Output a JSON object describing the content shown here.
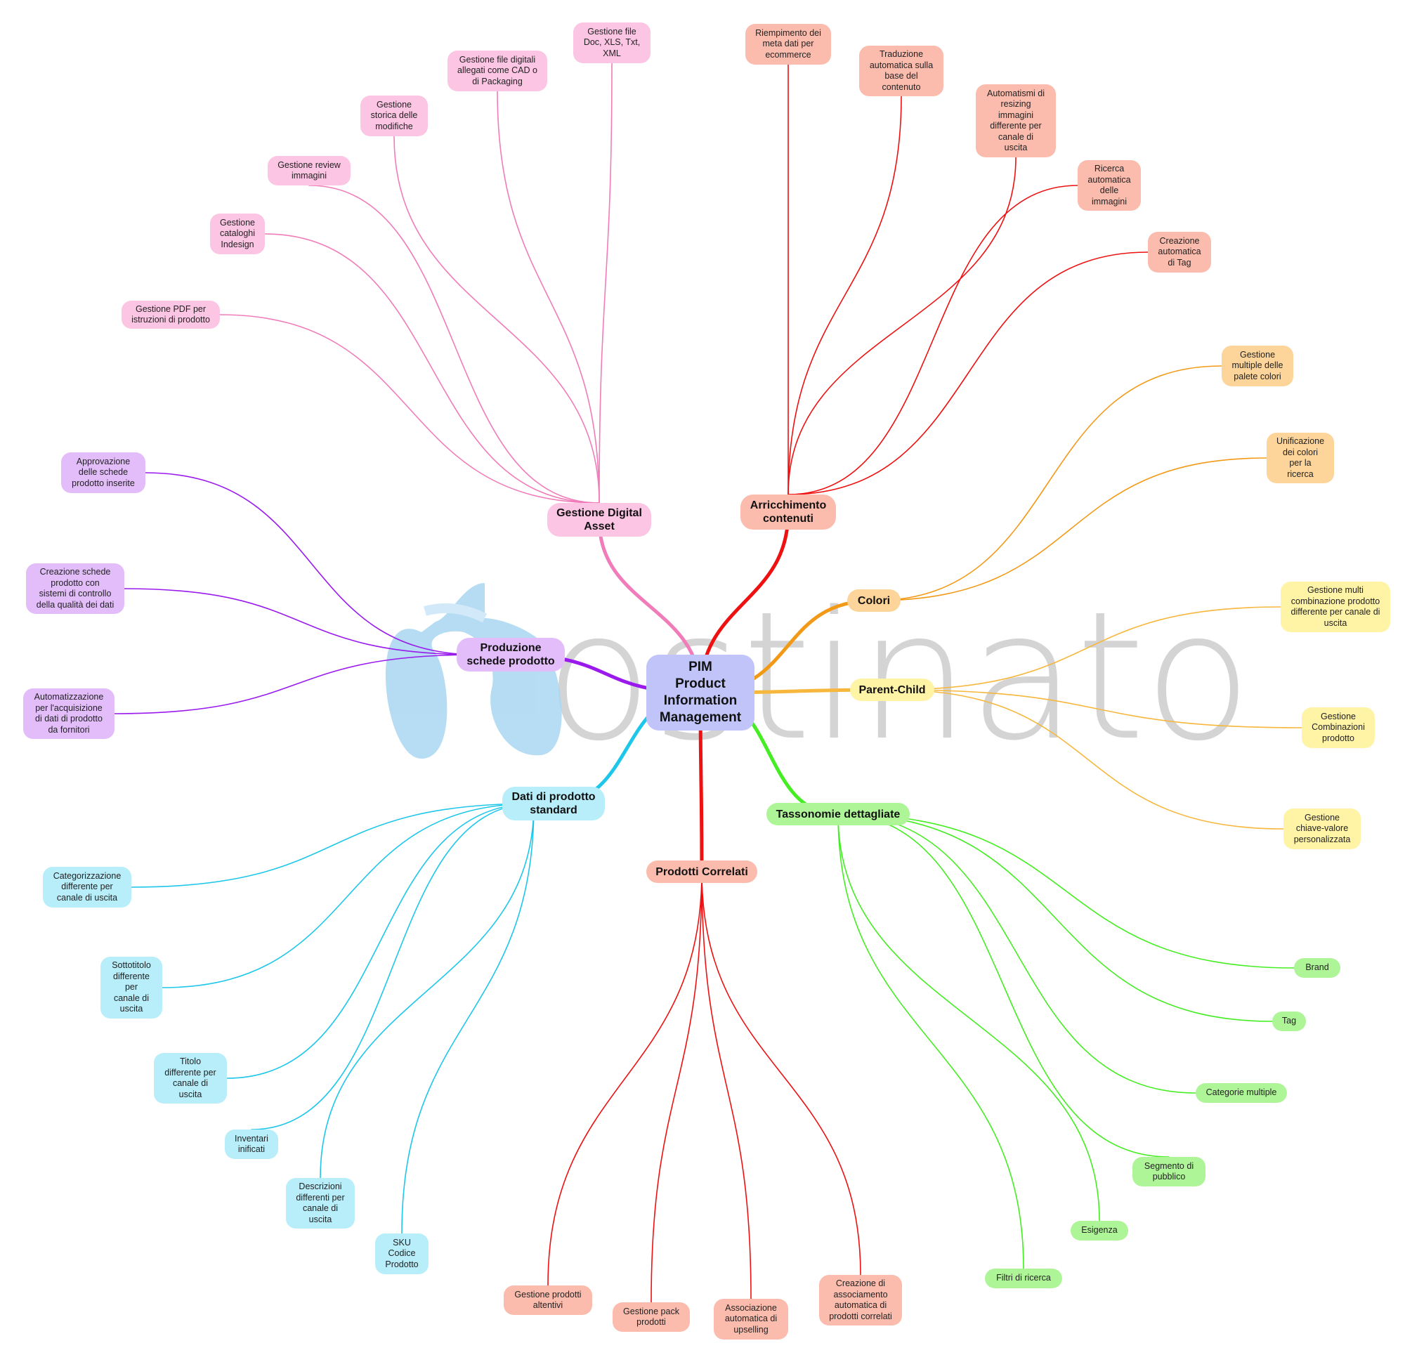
{
  "diagram": {
    "center": {
      "label": "PIM\nProduct\nInformation\nManagement",
      "color": "#c0c4f8",
      "edge_color": "#8888ee"
    },
    "watermark": {
      "text": "ostinato",
      "logo_color": "#a9d7f1"
    },
    "branches": [
      {
        "id": "digital-asset",
        "label": "Gestione Digital\nAsset",
        "fill": "#fcc5e3",
        "edge_color": "#f07cba",
        "children": [
          {
            "id": "pdf",
            "label": "Gestione PDF per\nistruzioni di prodotto"
          },
          {
            "id": "indesign",
            "label": "Gestione\ncataloghi\nIndesign"
          },
          {
            "id": "review",
            "label": "Gestione review\nimmagini"
          },
          {
            "id": "storica",
            "label": "Gestione\nstorica delle\nmodifiche"
          },
          {
            "id": "cad",
            "label": "Gestione file digitali\nallegati come CAD o\ndi Packaging"
          },
          {
            "id": "docfile",
            "label": "Gestione file\nDoc, XLS, Txt,\nXML"
          }
        ]
      },
      {
        "id": "arricchimento",
        "label": "Arricchimento\ncontenuti",
        "fill": "#fbbcae",
        "edge_color": "#ee1111",
        "children": [
          {
            "id": "metadati",
            "label": "Riempimento dei\nmeta dati per\necommerce"
          },
          {
            "id": "traduzione",
            "label": "Traduzione\nautomatica sulla\nbase del\ncontenuto"
          },
          {
            "id": "resizing",
            "label": "Automatismi di\nresizing\nimmagini\ndifferente per\ncanale di\nuscita"
          },
          {
            "id": "ricerca-img",
            "label": "Ricerca\nautomatica\ndelle\nimmagini"
          },
          {
            "id": "tag-auto",
            "label": "Creazione\nautomatica\ndi Tag"
          }
        ]
      },
      {
        "id": "colori",
        "label": "Colori",
        "fill": "#fdd59a",
        "edge_color": "#f29a17",
        "children": [
          {
            "id": "palete",
            "label": "Gestione\nmultiple delle\npalete colori"
          },
          {
            "id": "unificazione",
            "label": "Unificazione\ndei colori\nper la\nricerca"
          }
        ]
      },
      {
        "id": "parent-child",
        "label": "Parent-Child",
        "fill": "#fff3a6",
        "edge_color": "#f6b73c",
        "children": [
          {
            "id": "multi-comb",
            "label": "Gestione multi\ncombinazione prodotto\ndifferente per canale di\nuscita"
          },
          {
            "id": "combinazioni",
            "label": "Gestione\nCombinazioni\nprodotto"
          },
          {
            "id": "chiave-valore",
            "label": "Gestione\nchiave-valore\npersonalizzata"
          }
        ]
      },
      {
        "id": "tassonomie",
        "label": "Tassonomie dettagliate",
        "fill": "#aef597",
        "edge_color": "#44ee22",
        "children": [
          {
            "id": "brand",
            "label": "Brand"
          },
          {
            "id": "tag",
            "label": "Tag"
          },
          {
            "id": "categorie",
            "label": "Categorie multiple"
          },
          {
            "id": "segmento",
            "label": "Segmento di\npubblico"
          },
          {
            "id": "esigenza",
            "label": "Esigenza"
          },
          {
            "id": "filtri",
            "label": "Filtri di ricerca"
          }
        ]
      },
      {
        "id": "correlati",
        "label": "Prodotti Correlati",
        "fill": "#fbbcae",
        "edge_color": "#ee1111",
        "children": [
          {
            "id": "alternativi",
            "label": "Gestione prodotti\naltentivi"
          },
          {
            "id": "pack",
            "label": "Gestione pack\nprodotti"
          },
          {
            "id": "upselling",
            "label": "Associazione\nautomatica di\nupselling"
          },
          {
            "id": "associamento",
            "label": "Creazione di\nassociamento\nautomatica di\nprodotti correlati"
          }
        ]
      },
      {
        "id": "dati-standard",
        "label": "Dati di prodotto\nstandard",
        "fill": "#b7eefa",
        "edge_color": "#1ec7ea",
        "children": [
          {
            "id": "categorizzazione",
            "label": "Categorizzazione\ndifferente per\ncanale di uscita"
          },
          {
            "id": "sottotitolo",
            "label": "Sottotitolo\ndifferente\nper\ncanale di\nuscita"
          },
          {
            "id": "titolo",
            "label": "Titolo\ndifferente per\ncanale di\nuscita"
          },
          {
            "id": "inventari",
            "label": "Inventari\ninificati"
          },
          {
            "id": "descrizioni",
            "label": "Descrizioni\ndifferenti per\ncanale di\nuscita"
          },
          {
            "id": "sku",
            "label": "SKU\nCodice\nProdotto"
          }
        ]
      },
      {
        "id": "produzione",
        "label": "Produzione\nschede prodotto",
        "fill": "#e2bdfa",
        "edge_color": "#9a1aee",
        "children": [
          {
            "id": "approvazione",
            "label": "Approvazione\ndelle schede\nprodotto inserite"
          },
          {
            "id": "creazione-schede",
            "label": "Creazione schede\nprodotto con\nsistemi di controllo\ndella qualità dei dati"
          },
          {
            "id": "acquisizione",
            "label": "Automatizzazione\nper l'acquisizione\ndi dati di prodotto\nda fornitori"
          }
        ]
      }
    ]
  }
}
